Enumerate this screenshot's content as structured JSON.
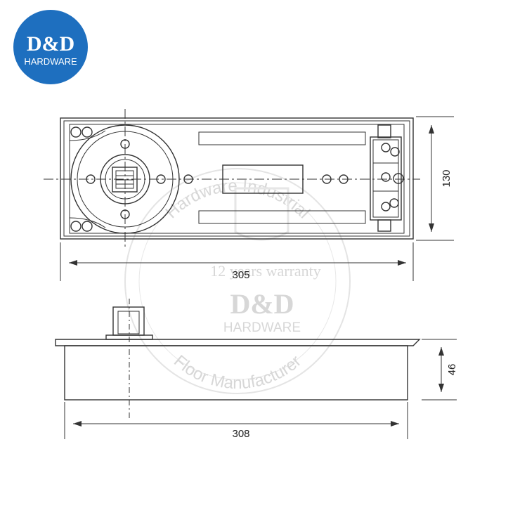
{
  "logo": {
    "title": "D&D",
    "subtitle": "HARDWARE",
    "color": "#1e6fbf"
  },
  "watermark": {
    "top_arc": "Hardware Industrial",
    "middle_line": "12 years warranty",
    "title": "D&D",
    "subtitle": "HARDWARE",
    "bottom_arc": "Floor Manufacturer"
  },
  "dimensions": {
    "top_length": "305",
    "top_width": "130",
    "side_length": "308",
    "side_height": "46"
  },
  "colors": {
    "line": "#333333",
    "watermark": "#d7d7d7"
  }
}
